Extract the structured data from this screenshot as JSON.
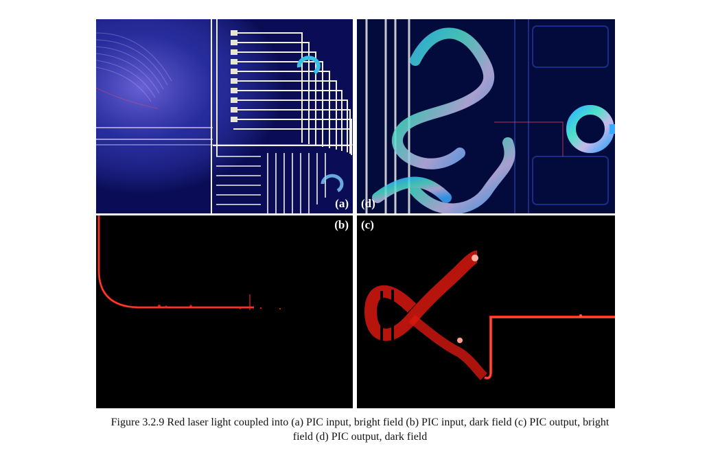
{
  "figure": {
    "caption_line1": "Figure 3.2.9  Red laser light coupled into (a) PIC input, bright field (b) PIC input, dark field (c) PIC output, bright",
    "caption_line2": "field (d) PIC output, dark field"
  },
  "panels": {
    "a": {
      "label": "(a)"
    },
    "b": {
      "label": "(b)"
    },
    "c": {
      "label": "(c)"
    },
    "d": {
      "label": "(d)"
    }
  },
  "colors": {
    "background": "#ffffff",
    "bright_field_bg": "#050a3a",
    "waveguide_metal": "#e8e8d8",
    "laser_red": "#ff1a10",
    "dark_field_bg": "#000000"
  }
}
